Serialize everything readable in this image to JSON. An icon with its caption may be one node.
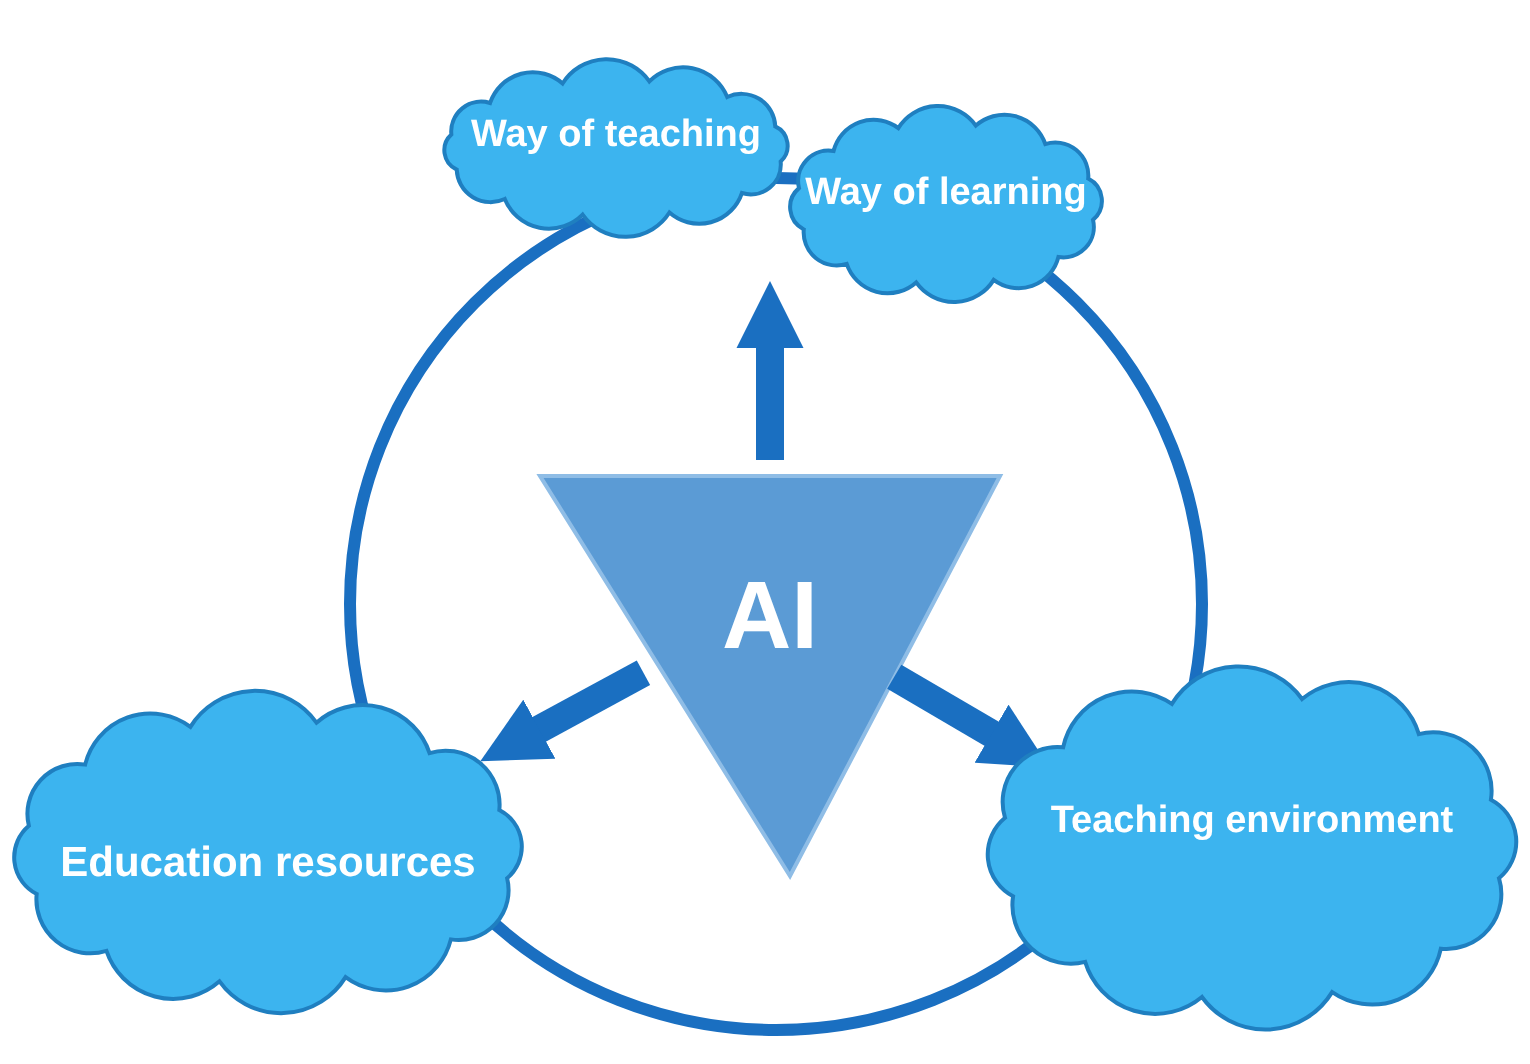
{
  "diagram": {
    "nodes": [
      {
        "text": [
          "AI"
        ]
      },
      {
        "text": [
          "Way of teaching"
        ]
      },
      {
        "text": [
          "Way of learning"
        ]
      },
      {
        "text": [
          "Education resources"
        ]
      },
      {
        "text": [
          "Teaching environment"
        ]
      }
    ],
    "edges": [
      {
        "from": 0,
        "to": 2,
        "arrow": "to"
      },
      {
        "from": 0,
        "to": 3,
        "arrow": "to"
      },
      {
        "from": 0,
        "to": 4,
        "arrow": "to"
      }
    ]
  }
}
